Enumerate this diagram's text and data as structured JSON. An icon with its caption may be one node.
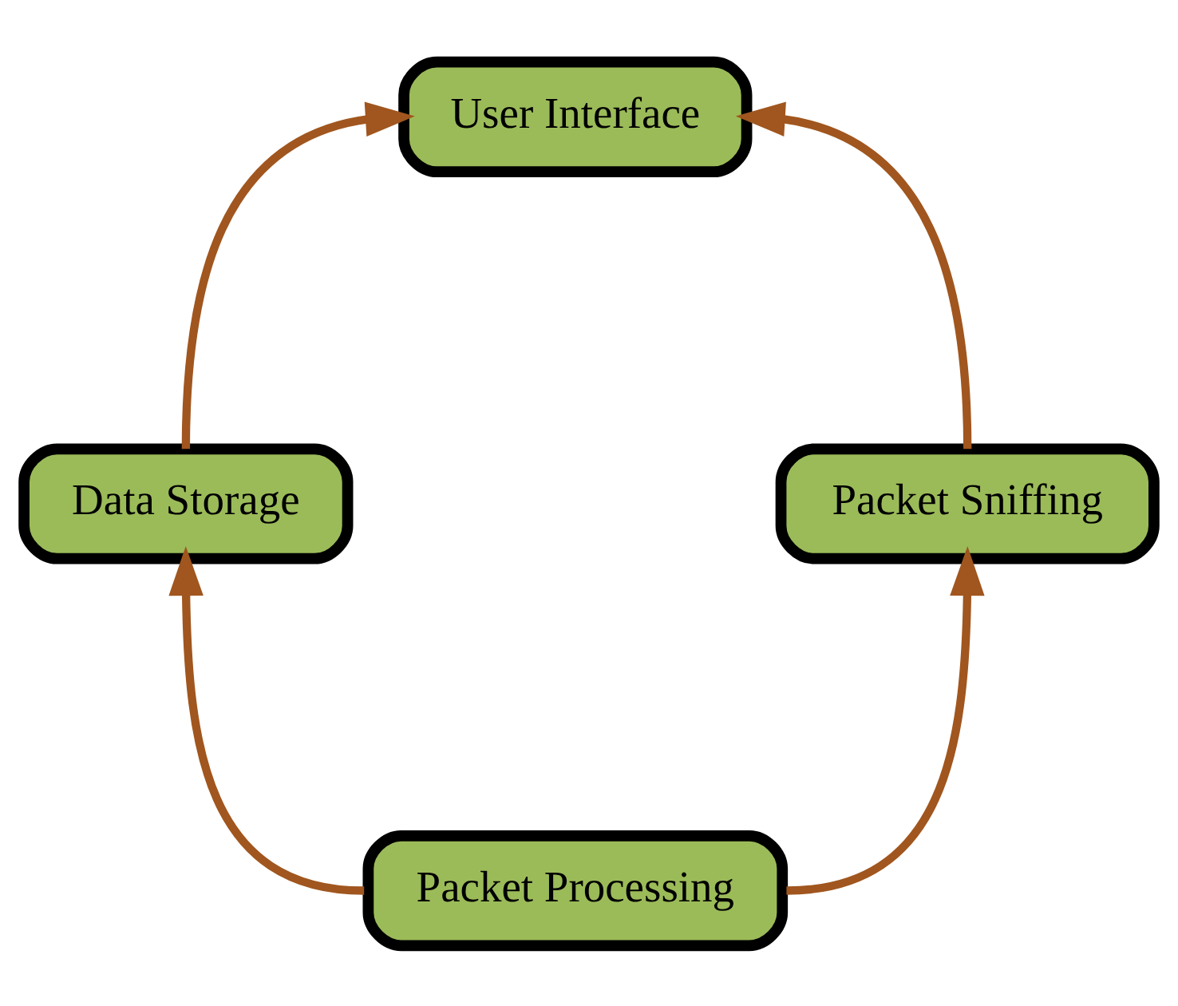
{
  "diagram": {
    "nodes": [
      {
        "text": [
          "User Interface"
        ]
      },
      {
        "text": [
          "Data Storage"
        ]
      },
      {
        "text": [
          "Packet Sniffing"
        ]
      },
      {
        "text": [
          "Packet Processing"
        ]
      }
    ],
    "edges": [
      {
        "from": 1,
        "to": 0,
        "arrow": "to"
      },
      {
        "from": 2,
        "to": 0,
        "arrow": "to"
      },
      {
        "from": 3,
        "to": 1,
        "arrow": "to"
      },
      {
        "from": 3,
        "to": 2,
        "arrow": "to"
      }
    ]
  }
}
